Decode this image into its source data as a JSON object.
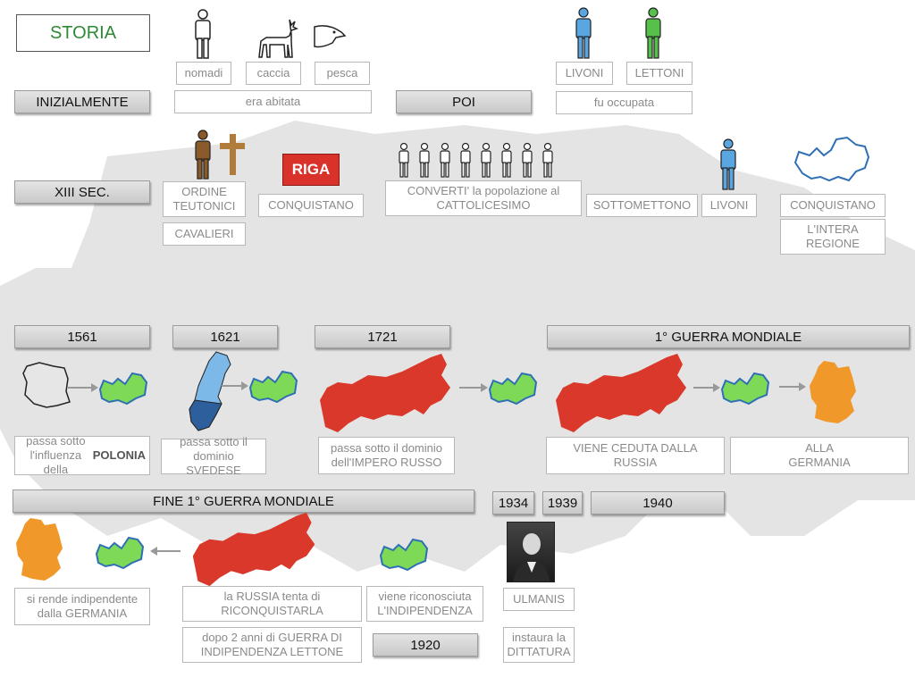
{
  "title": "STORIA",
  "colors": {
    "russia": "#d9382b",
    "latvia": "#7ed957",
    "germany": "#f0982a",
    "poland": "#e6e6e6",
    "sweden": "#7cb8e8",
    "livoni": "#5aa6e0",
    "lettoni": "#56c04a",
    "riga": "#d8322a",
    "title_text": "#2e8a35"
  },
  "row1": {
    "initially": "INIZIALMENTE",
    "nomadi": "nomadi",
    "caccia": "caccia",
    "pesca": "pesca",
    "era_abitata": "era abitata",
    "poi": "POI",
    "livoni": "LIVONI",
    "lettoni": "LETTONI",
    "fu_occupata": "fu occupata"
  },
  "row2": {
    "xiii": "XIII SEC.",
    "ordine": "ORDINE\nTEUTONICI",
    "cavalieri": "CAVALIERI",
    "conquistano": "CONQUISTANO",
    "riga": "RIGA",
    "convertì": "CONVERTI' la popolazione al\nCATTOLICESIMO",
    "sottomettono": "SOTTOMETTONO",
    "livoni": "LIVONI",
    "conquistano2": "CONQUISTANO",
    "intera": "L'INTERA\nREGIONE"
  },
  "row3": {
    "y1561": "1561",
    "y1621": "1621",
    "y1721": "1721",
    "guerra1": "1° GUERRA MONDIALE",
    "polonia_pre": "passa sotto l'influenza\ndella ",
    "polonia_bold": "POLONIA",
    "svedese": "passa sotto il\ndominio SVEDESE",
    "russo": "passa sotto il dominio\ndell'IMPERO RUSSO",
    "ceduta": "VIENE CEDUTA DALLA\nRUSSIA",
    "germania": "ALLA\nGERMANIA"
  },
  "row4": {
    "fine": "FINE 1° GUERRA MONDIALE",
    "y1934": "1934",
    "y1939": "1939",
    "y1940": "1940",
    "indipendente": "si rende indipendente\ndalla GERMANIA",
    "russia_tenta": "la RUSSIA tenta di\nRICONQUISTARLA",
    "riconosciuta": "viene riconosciuta\nL'INDIPENDENZA",
    "ulmanis": "ULMANIS",
    "dopo": "dopo 2 anni di GUERRA DI\nINDIPENDENZA LETTONE",
    "y1920": "1920",
    "instaura": "instaura la\nDITTATURA"
  }
}
